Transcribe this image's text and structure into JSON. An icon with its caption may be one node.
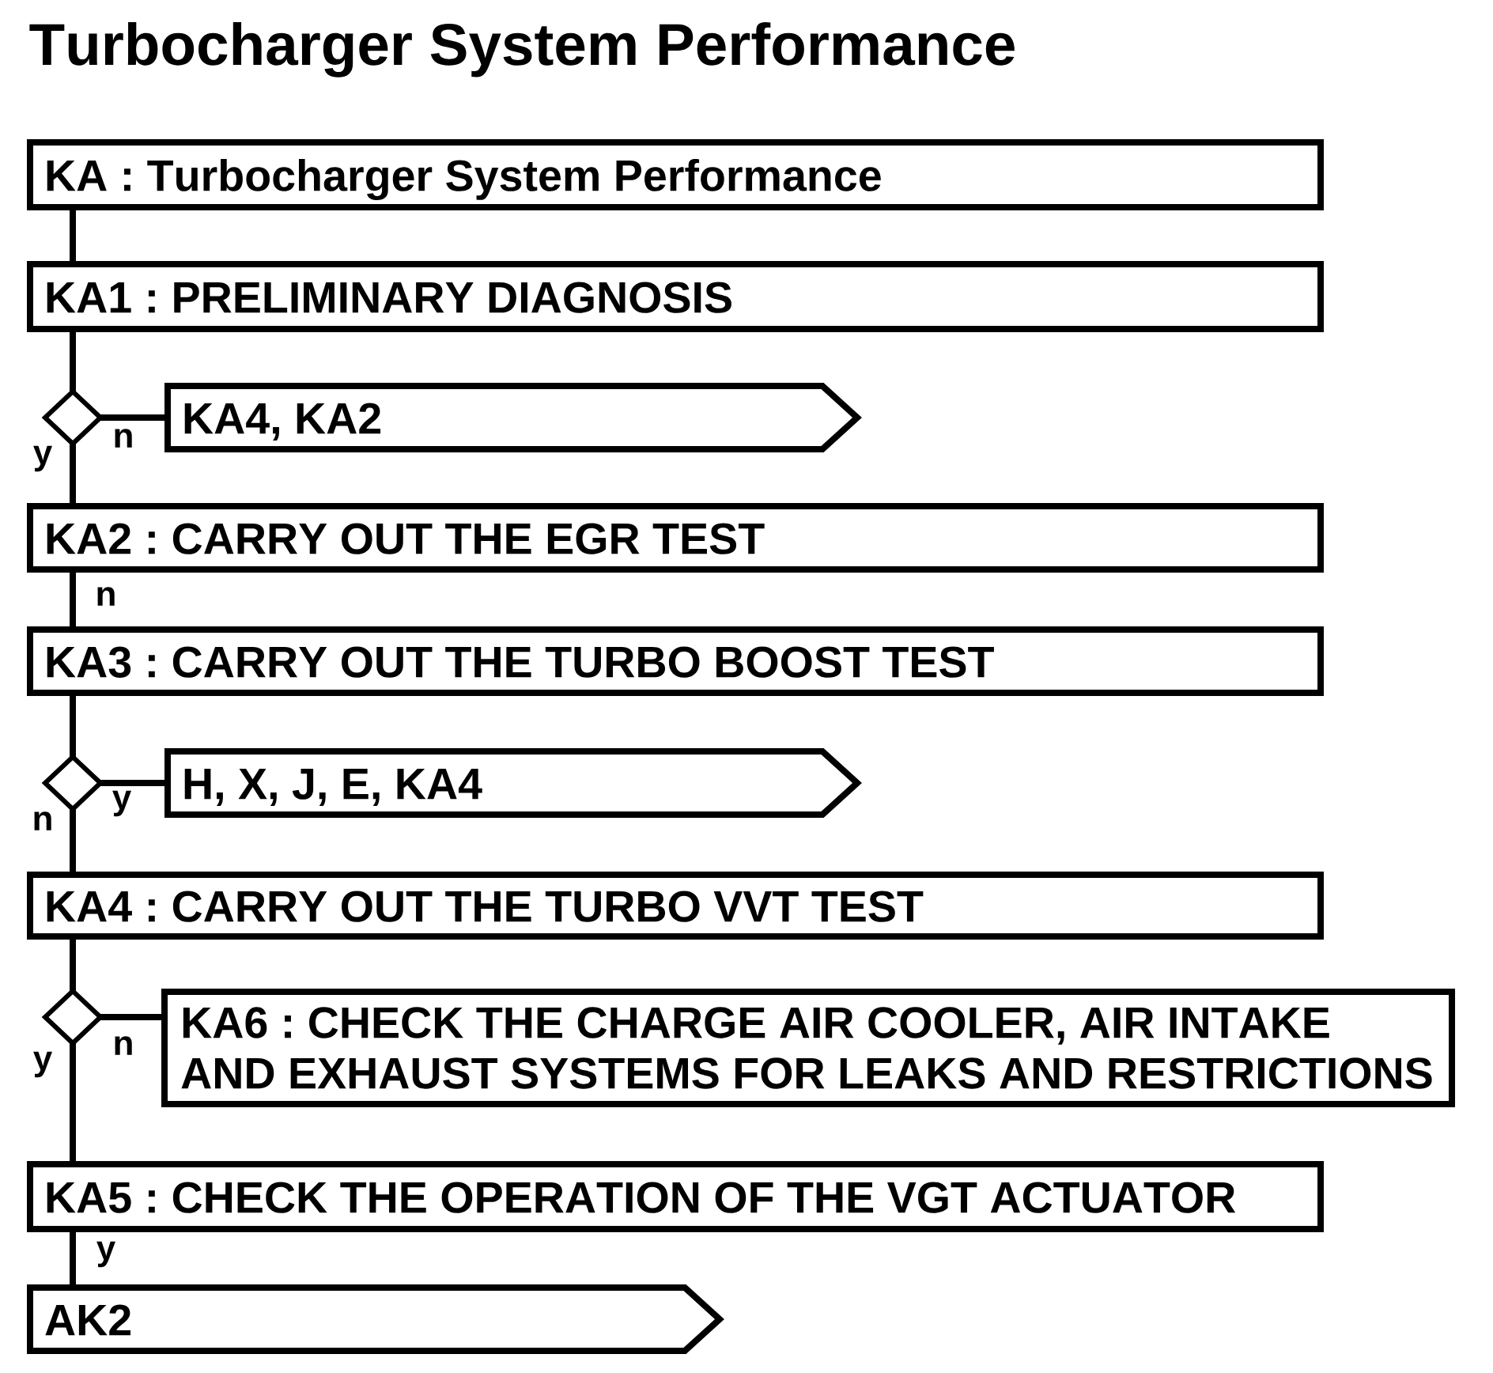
{
  "diagram": {
    "title": "Turbocharger System Performance",
    "nodes": [
      {
        "text": [
          "KA : Turbocharger System Performance"
        ]
      },
      {
        "text": [
          "KA1 : PRELIMINARY DIAGNOSIS"
        ]
      },
      {
        "text": [],
        "shape": "diamond"
      },
      {
        "text": [
          "KA4, KA2"
        ]
      },
      {
        "text": [
          "KA2 : CARRY OUT THE EGR TEST"
        ]
      },
      {
        "text": [
          "KA3 : CARRY OUT THE TURBO BOOST TEST"
        ]
      },
      {
        "text": [],
        "shape": "diamond"
      },
      {
        "text": [
          "H, X, J, E, KA4"
        ]
      },
      {
        "text": [
          "KA4 : CARRY OUT THE TURBO VVT TEST"
        ]
      },
      {
        "text": [],
        "shape": "diamond"
      },
      {
        "text": [
          "KA6 : CHECK THE CHARGE AIR COOLER, AIR INTAKE AND EXHAUST SYSTEMS FOR LEAKS AND RESTRICTIONS"
        ]
      },
      {
        "text": [
          "KA5 : CHECK THE OPERATION OF THE VGT ACTUATOR"
        ]
      },
      {
        "text": [
          "AK2"
        ]
      }
    ],
    "edges": [
      {
        "from": 0,
        "to": 1,
        "arrow": "none"
      },
      {
        "from": 1,
        "to": 2,
        "arrow": "none"
      },
      {
        "from": 2,
        "to": 3,
        "arrow": "none",
        "label": "n"
      },
      {
        "from": 2,
        "to": 4,
        "arrow": "none",
        "label": "y"
      },
      {
        "from": 4,
        "to": 5,
        "arrow": "none",
        "label": "n"
      },
      {
        "from": 5,
        "to": 6,
        "arrow": "none"
      },
      {
        "from": 6,
        "to": 7,
        "arrow": "none",
        "label": "y"
      },
      {
        "from": 6,
        "to": 8,
        "arrow": "none",
        "label": "n"
      },
      {
        "from": 8,
        "to": 9,
        "arrow": "none"
      },
      {
        "from": 9,
        "to": 10,
        "arrow": "none",
        "label": "n"
      },
      {
        "from": 9,
        "to": 11,
        "arrow": "none",
        "label": "y"
      },
      {
        "from": 11,
        "to": 12,
        "arrow": "none",
        "label": "y"
      }
    ]
  }
}
